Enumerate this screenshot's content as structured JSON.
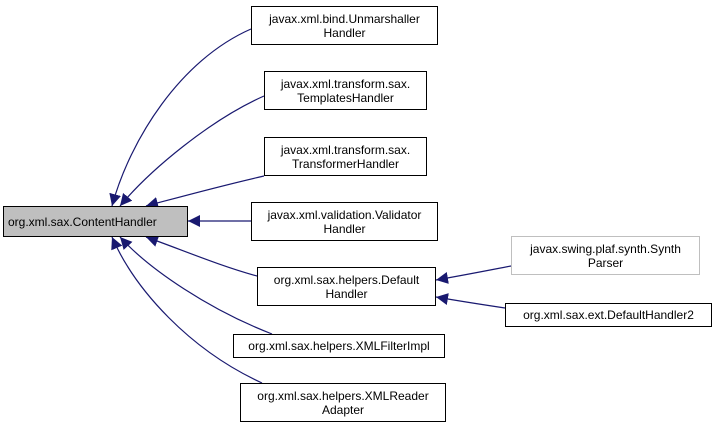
{
  "diagram": {
    "root": {
      "label": "org.xml.sax.ContentHandler"
    },
    "nodes": {
      "unmarshaller": {
        "line1": "javax.xml.bind.Unmarshaller",
        "line2": "Handler"
      },
      "templates": {
        "line1": "javax.xml.transform.sax.",
        "line2": "TemplatesHandler"
      },
      "transformer": {
        "line1": "javax.xml.transform.sax.",
        "line2": "TransformerHandler"
      },
      "validator": {
        "line1": "javax.xml.validation.Validator",
        "line2": "Handler"
      },
      "default_handler": {
        "line1": "org.xml.sax.helpers.Default",
        "line2": "Handler"
      },
      "xml_filter": {
        "line1": "org.xml.sax.helpers.XMLFilterImpl"
      },
      "xml_reader": {
        "line1": "org.xml.sax.helpers.XMLReader",
        "line2": "Adapter"
      },
      "synth_parser": {
        "line1": "javax.swing.plaf.synth.Synth",
        "line2": "Parser"
      },
      "default_handler2": {
        "line1": "org.xml.sax.ext.DefaultHandler2"
      }
    },
    "colors": {
      "edge": "#191970",
      "node_border": "#000000",
      "root_fill": "#bfbfbf",
      "faded_border": "#bfbfbf"
    }
  }
}
